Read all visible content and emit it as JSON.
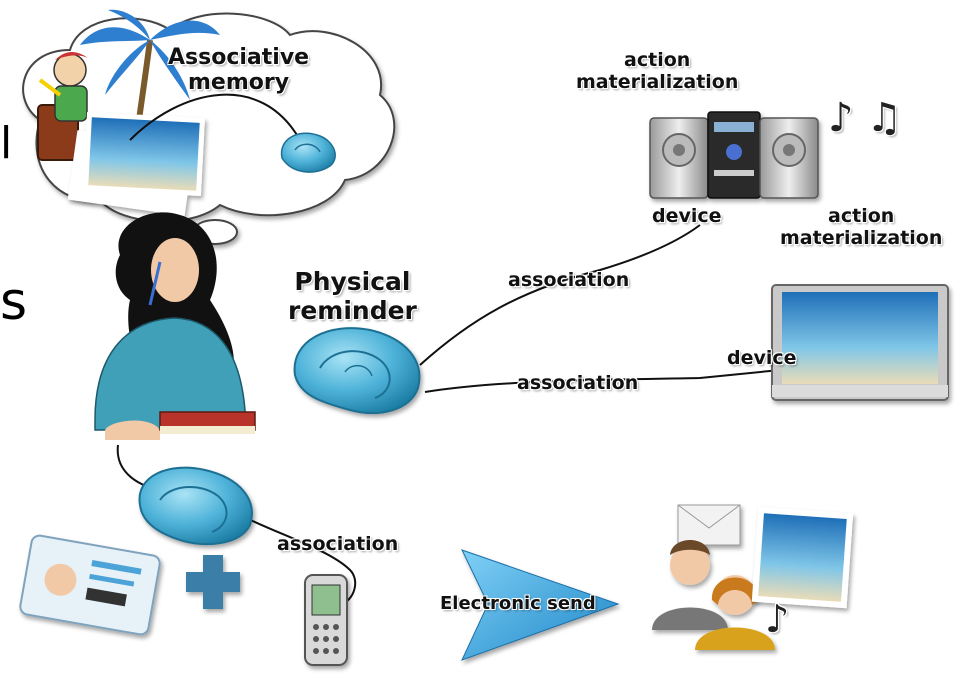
{
  "labels": {
    "associative_memory": "Associative\nmemory",
    "physical_reminder": "Physical\nreminder",
    "action_top": "action\nmaterialization",
    "device_top": "device",
    "action_right": "action\nmaterialization",
    "device_tv": "device",
    "association_top": "association",
    "association_middle": "association",
    "association_bottom": "association",
    "electronic_send": "Electronic send"
  },
  "cut_text": {
    "line1": "l",
    "line2": "s"
  },
  "colors": {
    "shell": "#4fb3d9",
    "shell_dark": "#1e7fa6",
    "arrow": "#3aa8e0",
    "plus": "#3b7fa8",
    "palm": "#2f7fd0"
  },
  "icons": {
    "music_notes": "♪ ♫",
    "music_note_small": "♪"
  }
}
